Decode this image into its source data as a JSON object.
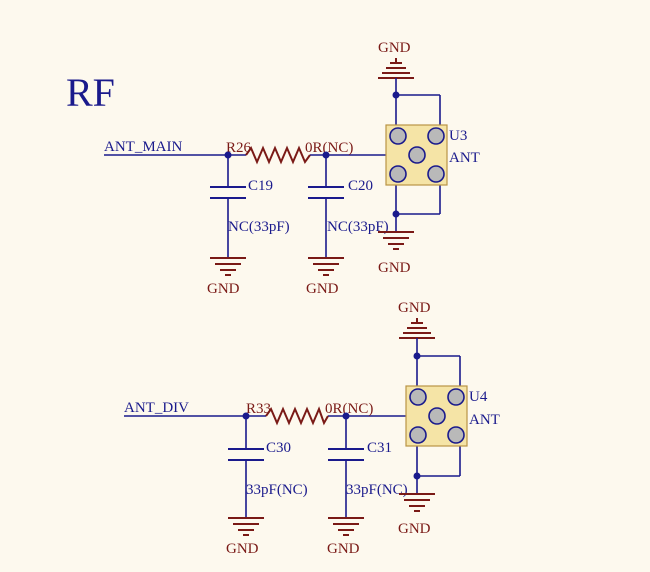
{
  "title": "RF",
  "sections": [
    {
      "net_label": "ANT_MAIN",
      "resistor": {
        "ref": "R26",
        "value": "0R(NC)"
      },
      "cap1": {
        "ref": "C19",
        "value": "NC(33pF)"
      },
      "cap2": {
        "ref": "C20",
        "value": "NC(33pF)"
      },
      "antenna": {
        "ref": "U3",
        "value": "ANT"
      },
      "gnd_labels": [
        "GND",
        "GND",
        "GND",
        "GND"
      ]
    },
    {
      "net_label": "ANT_DIV",
      "resistor": {
        "ref": "R33",
        "value": "0R(NC)"
      },
      "cap1": {
        "ref": "C30",
        "value": "33pF(NC)"
      },
      "cap2": {
        "ref": "C31",
        "value": "33pF(NC)"
      },
      "antenna": {
        "ref": "U4",
        "value": "ANT"
      },
      "gnd_labels": [
        "GND",
        "GND",
        "GND",
        "GND"
      ]
    }
  ]
}
